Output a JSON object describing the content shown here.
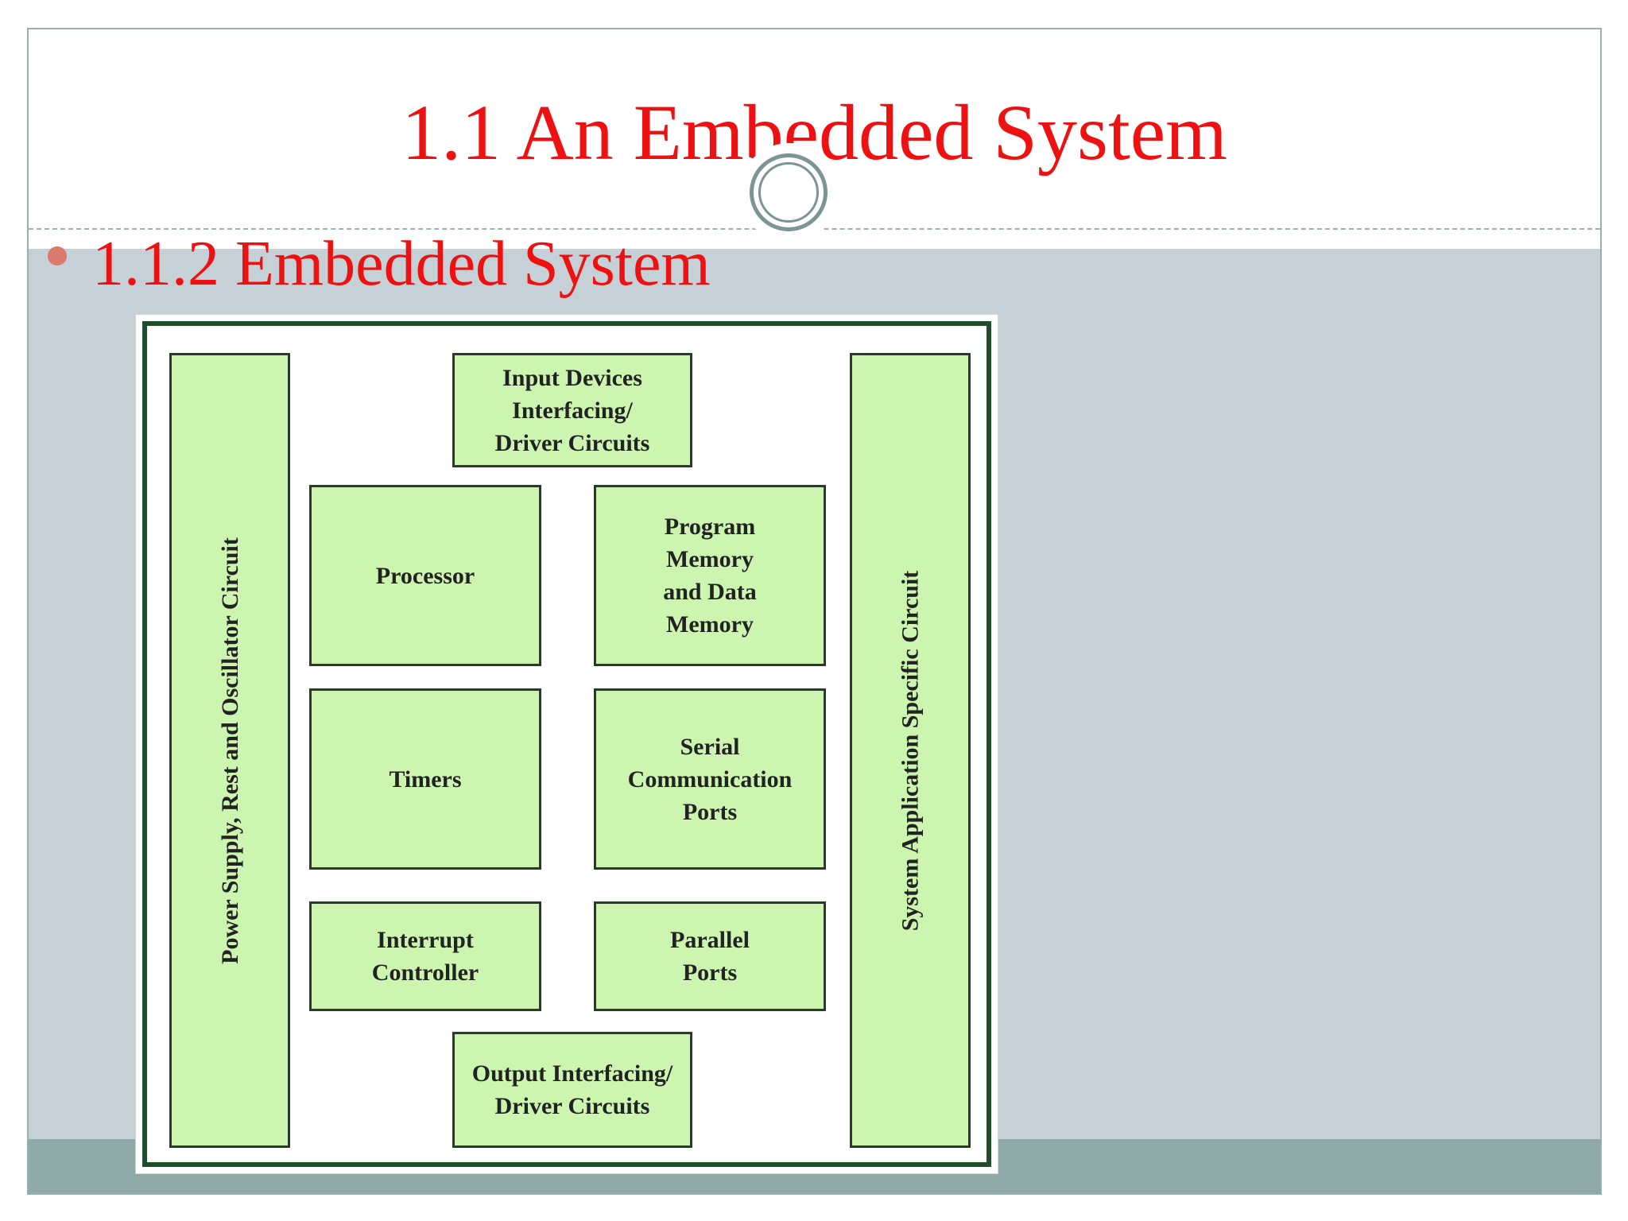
{
  "slide": {
    "title": "1.1 An Embedded System",
    "bullet_text": "1.1.2 Embedded System",
    "colors": {
      "title": "#ee1111",
      "body_background": "#c5d1d7",
      "footer_band": "#8fa8a8",
      "block_fill": "#ccf5b0",
      "frame": "#1f4f2a"
    }
  },
  "diagram": {
    "left_bar": "Power Supply, Rest and Oscillator Circuit",
    "right_bar": "System Application Specific Circuit",
    "input_block": "Input Devices\nInterfacing/\nDriver Circuits",
    "processor": "Processor",
    "memory": "Program\nMemory\nand Data\nMemory",
    "timers": "Timers",
    "serial": "Serial\nCommunication\nPorts",
    "interrupt": "Interrupt\nController",
    "parallel": "Parallel\nPorts",
    "output_block": "Output Interfacing/\nDriver Circuits"
  }
}
